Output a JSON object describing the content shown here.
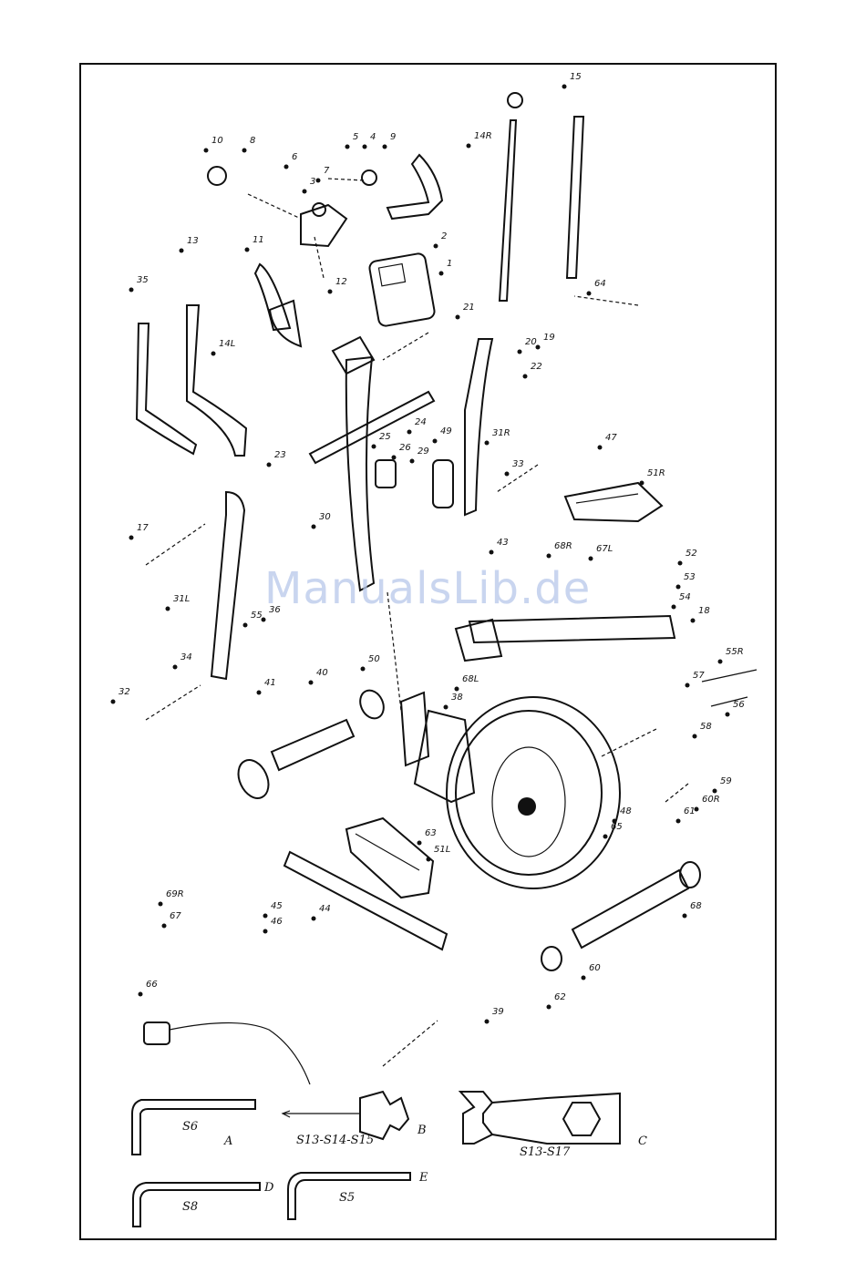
{
  "watermark": "ManualsLib.de",
  "part_labels": [
    "1",
    "2",
    "3",
    "4",
    "5",
    "6",
    "7",
    "8",
    "9",
    "10",
    "11",
    "12",
    "13",
    "14L",
    "14R",
    "15",
    "17",
    "18",
    "19",
    "20",
    "21",
    "22",
    "23",
    "24",
    "25",
    "26",
    "29",
    "30",
    "31L",
    "31R",
    "32",
    "33",
    "34",
    "35",
    "36",
    "38",
    "39",
    "40",
    "41",
    "43",
    "44",
    "45",
    "46",
    "47",
    "48",
    "49",
    "50",
    "51L",
    "51R",
    "52",
    "53",
    "54",
    "55",
    "55R",
    "56",
    "57",
    "58",
    "59",
    "60",
    "60R",
    "61",
    "62",
    "63",
    "64",
    "65",
    "66",
    "67",
    "67L",
    "68",
    "68L",
    "68R",
    "69R"
  ],
  "tools": {
    "a": {
      "size": "S6",
      "letter": "A"
    },
    "b": {
      "size": "S13-S14-S15",
      "letter": "B"
    },
    "c": {
      "size": "S13-S17",
      "letter": "C"
    },
    "d": {
      "size": "S8",
      "letter": "D"
    },
    "e": {
      "size": "S5",
      "letter": "E"
    }
  }
}
